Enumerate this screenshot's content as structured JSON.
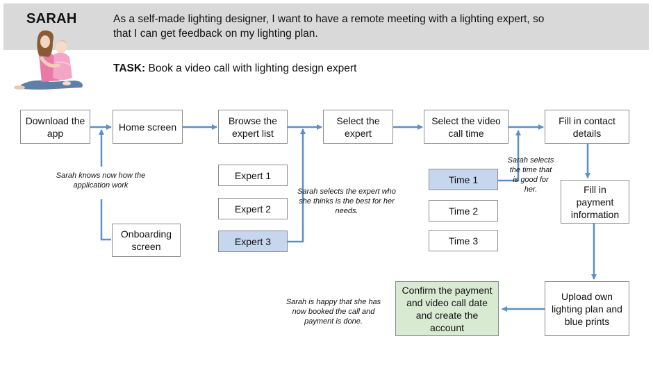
{
  "persona": {
    "name": "SARAH",
    "story": "As a self-made lighting designer, I want to have a remote meeting with a lighting expert, so that I can get feedback on my  lighting plan.",
    "task_label": "TASK:",
    "task_text": "Book a video call with lighting design expert"
  },
  "steps": {
    "download": "Download the app",
    "home": "Home screen",
    "onboarding": "Onboarding screen",
    "browse": "Browse the expert list",
    "select_expert": "Select the expert",
    "select_time": "Select the video call time",
    "contact": "Fill in contact details",
    "payment": "Fill in payment information",
    "upload": "Upload own lighting plan and blue prints",
    "confirm": "Confirm the payment and video call date and create the account"
  },
  "experts": [
    "Expert 1",
    "Expert 2",
    "Expert 3"
  ],
  "times": [
    "Time 1",
    "Time 2",
    "Time 3"
  ],
  "notes": {
    "onboarding": "Sarah knows now how the application work",
    "expert": "Sarah selects the expert who she thinks is the best for her needs.",
    "time": "Sarah selects the time that is good for her.",
    "done": "Sarah is happy that she has now booked the call and payment is done."
  },
  "colors": {
    "arrow": "#5b8fc7",
    "selected": "#c6d6ee",
    "confirm": "#d9ead3",
    "header": "#d9d9d9"
  }
}
